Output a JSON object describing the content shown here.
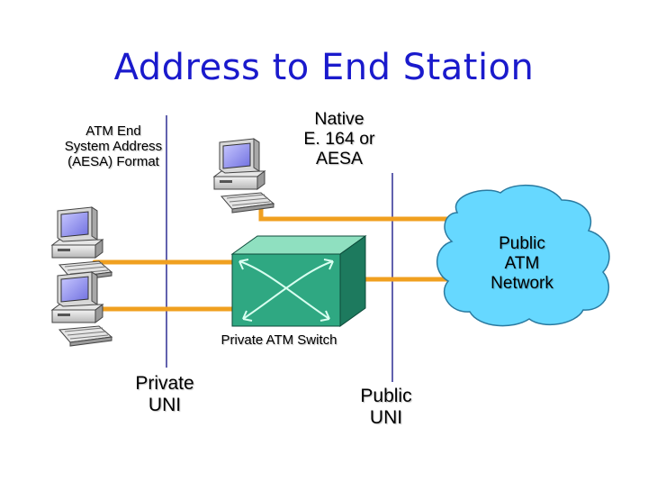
{
  "title": "Address to End Station",
  "labels": {
    "aesa_format": [
      "ATM End",
      "System Address",
      "(AESA) Format"
    ],
    "native": [
      "Native",
      "E. 164 or",
      "AESA"
    ],
    "private_uni": [
      "Private",
      "UNI"
    ],
    "public_uni": [
      "Public",
      "UNI"
    ],
    "switch": "Private ATM Switch",
    "cloud": [
      "Public",
      "ATM",
      "Network"
    ]
  },
  "colors": {
    "title": "#1a1acc",
    "link": "#f0a020",
    "uni_line": "#3a3a9a",
    "cloud": "#66d8ff",
    "switch": "#2fa882"
  },
  "icons": [
    "computer-icon",
    "switch-icon",
    "cloud-icon"
  ]
}
